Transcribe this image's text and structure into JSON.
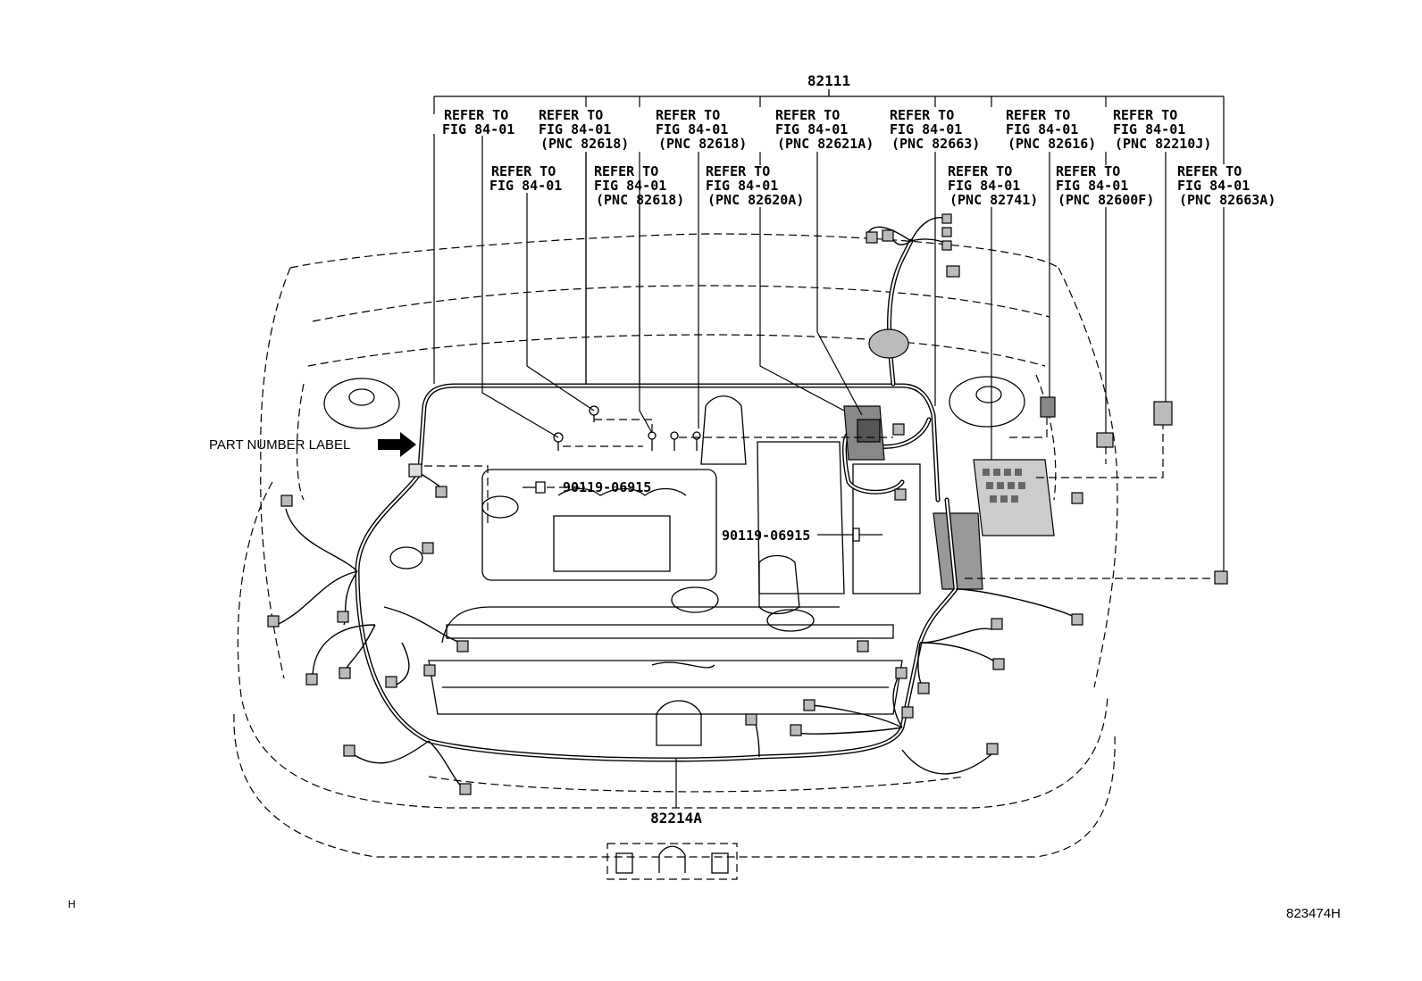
{
  "labels": {
    "main_part": "82111",
    "lower_part": "82214A",
    "part_number_label": "PART NUMBER LABEL",
    "bolt_1": "90119-06915",
    "bolt_2": "90119-06915",
    "corner_left": "H",
    "figure_id": "823474H"
  },
  "callouts": [
    {
      "l1": "REFER TO",
      "l2": "FIG 84-01",
      "l3": ""
    },
    {
      "l1": "REFER TO",
      "l2": "FIG 84-01",
      "l3": "(PNC 82618)"
    },
    {
      "l1": "REFER TO",
      "l2": "FIG 84-01",
      "l3": "(PNC 82618)"
    },
    {
      "l1": "REFER TO",
      "l2": "FIG 84-01",
      "l3": "(PNC 82621A)"
    },
    {
      "l1": "REFER TO",
      "l2": "FIG 84-01",
      "l3": "(PNC 82663)"
    },
    {
      "l1": "REFER TO",
      "l2": "FIG 84-01",
      "l3": "(PNC 82616)"
    },
    {
      "l1": "REFER TO",
      "l2": "FIG 84-01",
      "l3": "(PNC 82210J)"
    },
    {
      "l1": "REFER TO",
      "l2": "FIG 84-01",
      "l3": ""
    },
    {
      "l1": "REFER TO",
      "l2": "FIG 84-01",
      "l3": "(PNC 82618)"
    },
    {
      "l1": "REFER TO",
      "l2": "FIG 84-01",
      "l3": "(PNC 82620A)"
    },
    {
      "l1": "REFER TO",
      "l2": "FIG 84-01",
      "l3": "(PNC 82741)"
    },
    {
      "l1": "REFER TO",
      "l2": "FIG 84-01",
      "l3": "(PNC 82600F)"
    },
    {
      "l1": "REFER TO",
      "l2": "FIG 84-01",
      "l3": "(PNC 82663A)"
    }
  ]
}
